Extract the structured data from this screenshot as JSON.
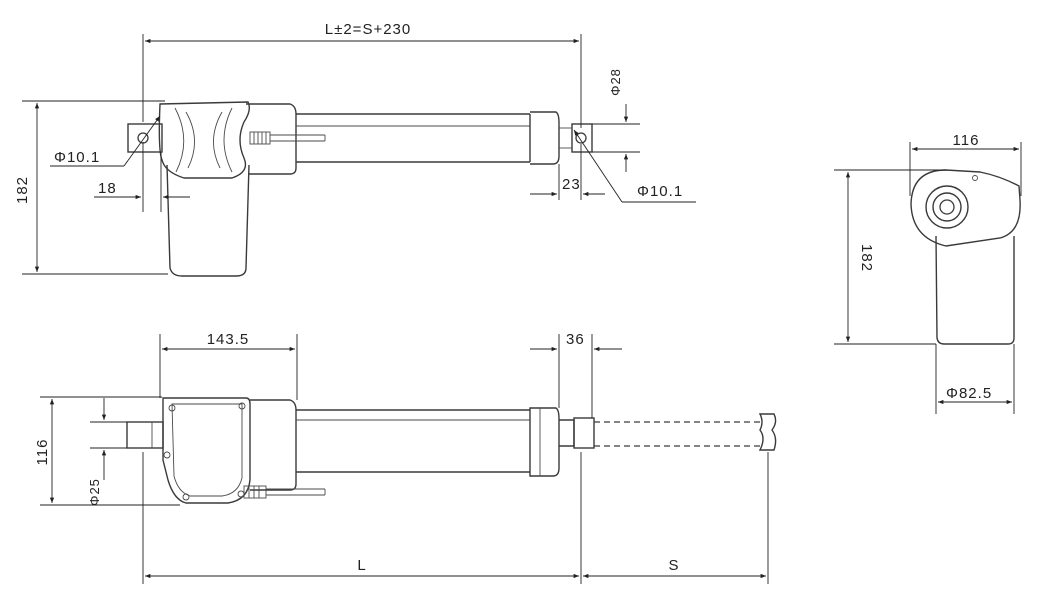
{
  "dimensions": {
    "overall_length": "L±2=S+230",
    "rear_hole_diameter": "Φ10.1",
    "front_hole_diameter": "Φ10.1",
    "rod_end_diameter": "Φ28",
    "rear_clevis_offset": "18",
    "front_clevis_offset": "23",
    "height_side": "182",
    "end_view_width": "116",
    "end_view_height": "182",
    "motor_diameter": "Φ82.5",
    "gearbox_length": "143.5",
    "front_boss_width": "36",
    "top_view_height": "116",
    "rear_pin_diameter": "Φ25",
    "retracted_length": "L",
    "stroke": "S"
  }
}
